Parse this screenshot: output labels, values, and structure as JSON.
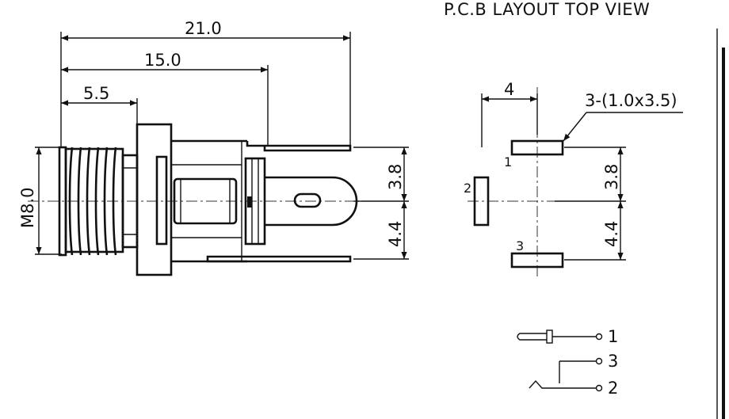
{
  "title": "P.C.B LAYOUT  TOP VIEW",
  "side_view": {
    "dim_overall": "21.0",
    "dim_mid": "15.0",
    "dim_short": "5.5",
    "dim_thread": "M8.0",
    "dim_upper_pitch": "3.8",
    "dim_lower_pitch": "4.4"
  },
  "pcb_layout": {
    "dim_spacing": "4",
    "slot_size": "3-(1.0x3.5)",
    "pad_labels": [
      "1",
      "2",
      "3"
    ],
    "dim_upper_pitch": "3.8",
    "dim_lower_pitch": "4.4"
  },
  "schematic": {
    "pin_labels": [
      "1",
      "3",
      "2"
    ]
  }
}
